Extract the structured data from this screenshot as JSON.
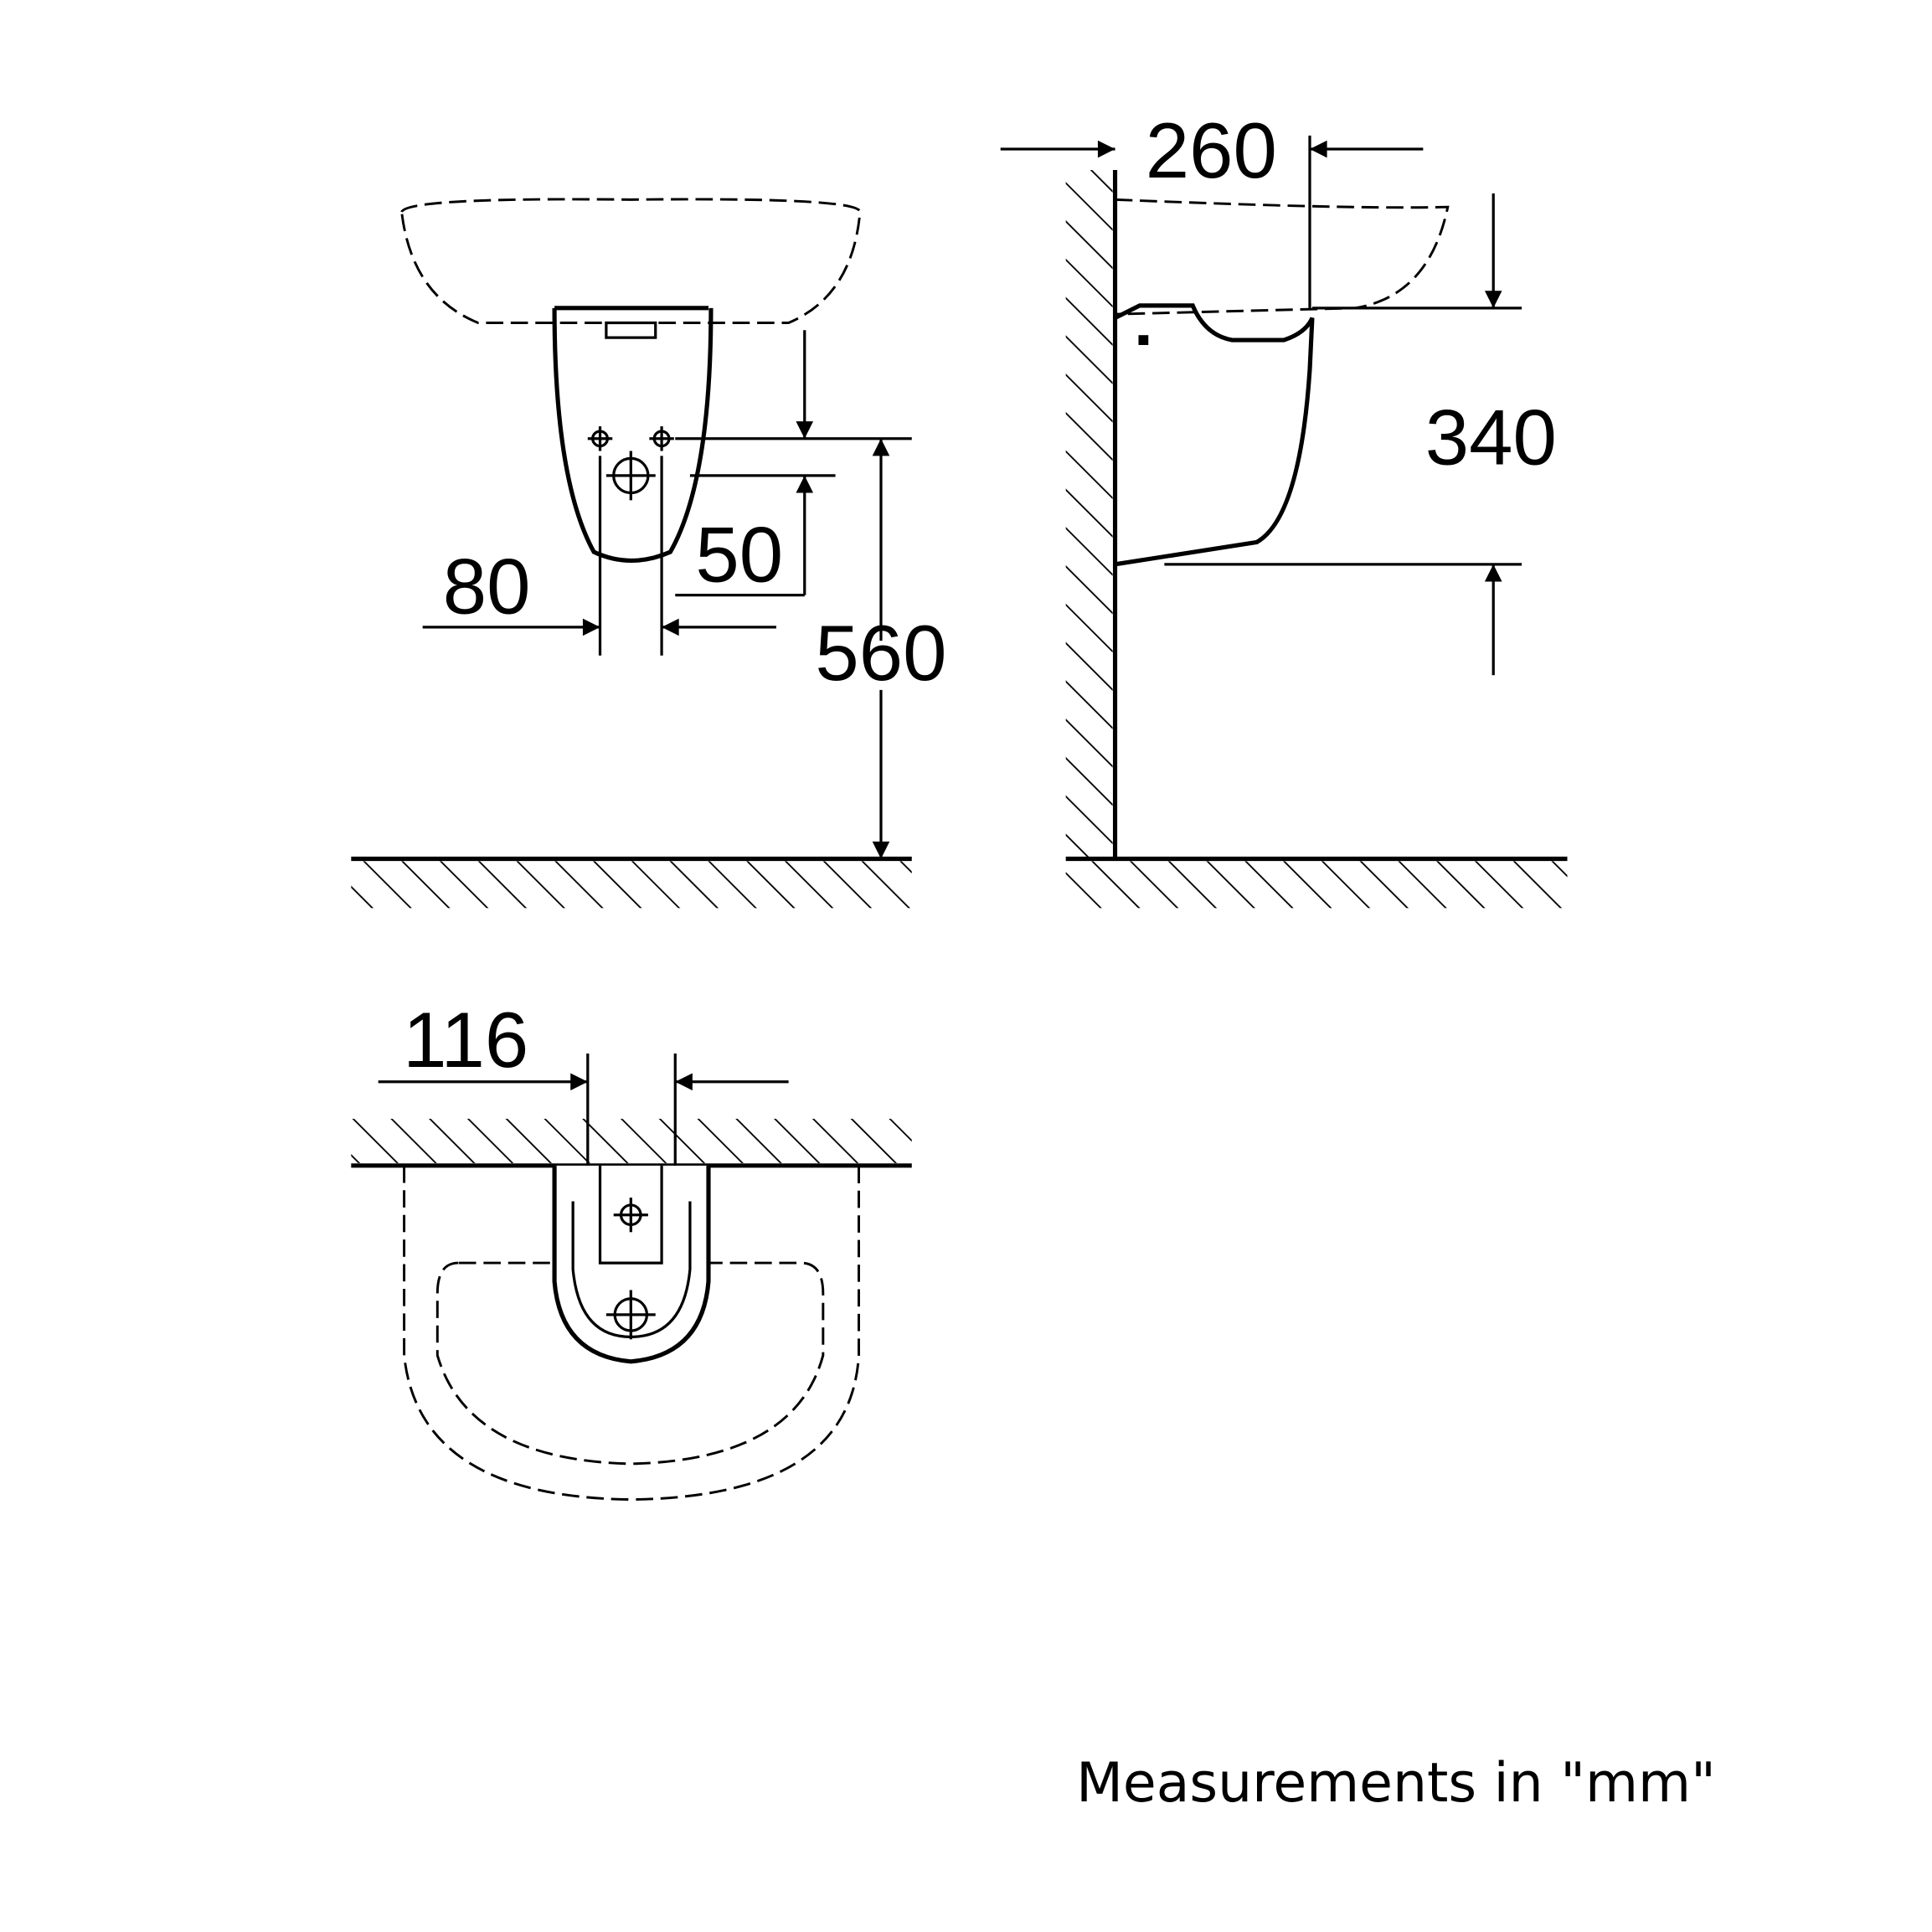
{
  "dimensions": {
    "d260": "260",
    "d340": "340",
    "d560": "560",
    "d80": "80",
    "d50": "50",
    "d116": "116"
  },
  "note": "Measurements in \"mm\""
}
